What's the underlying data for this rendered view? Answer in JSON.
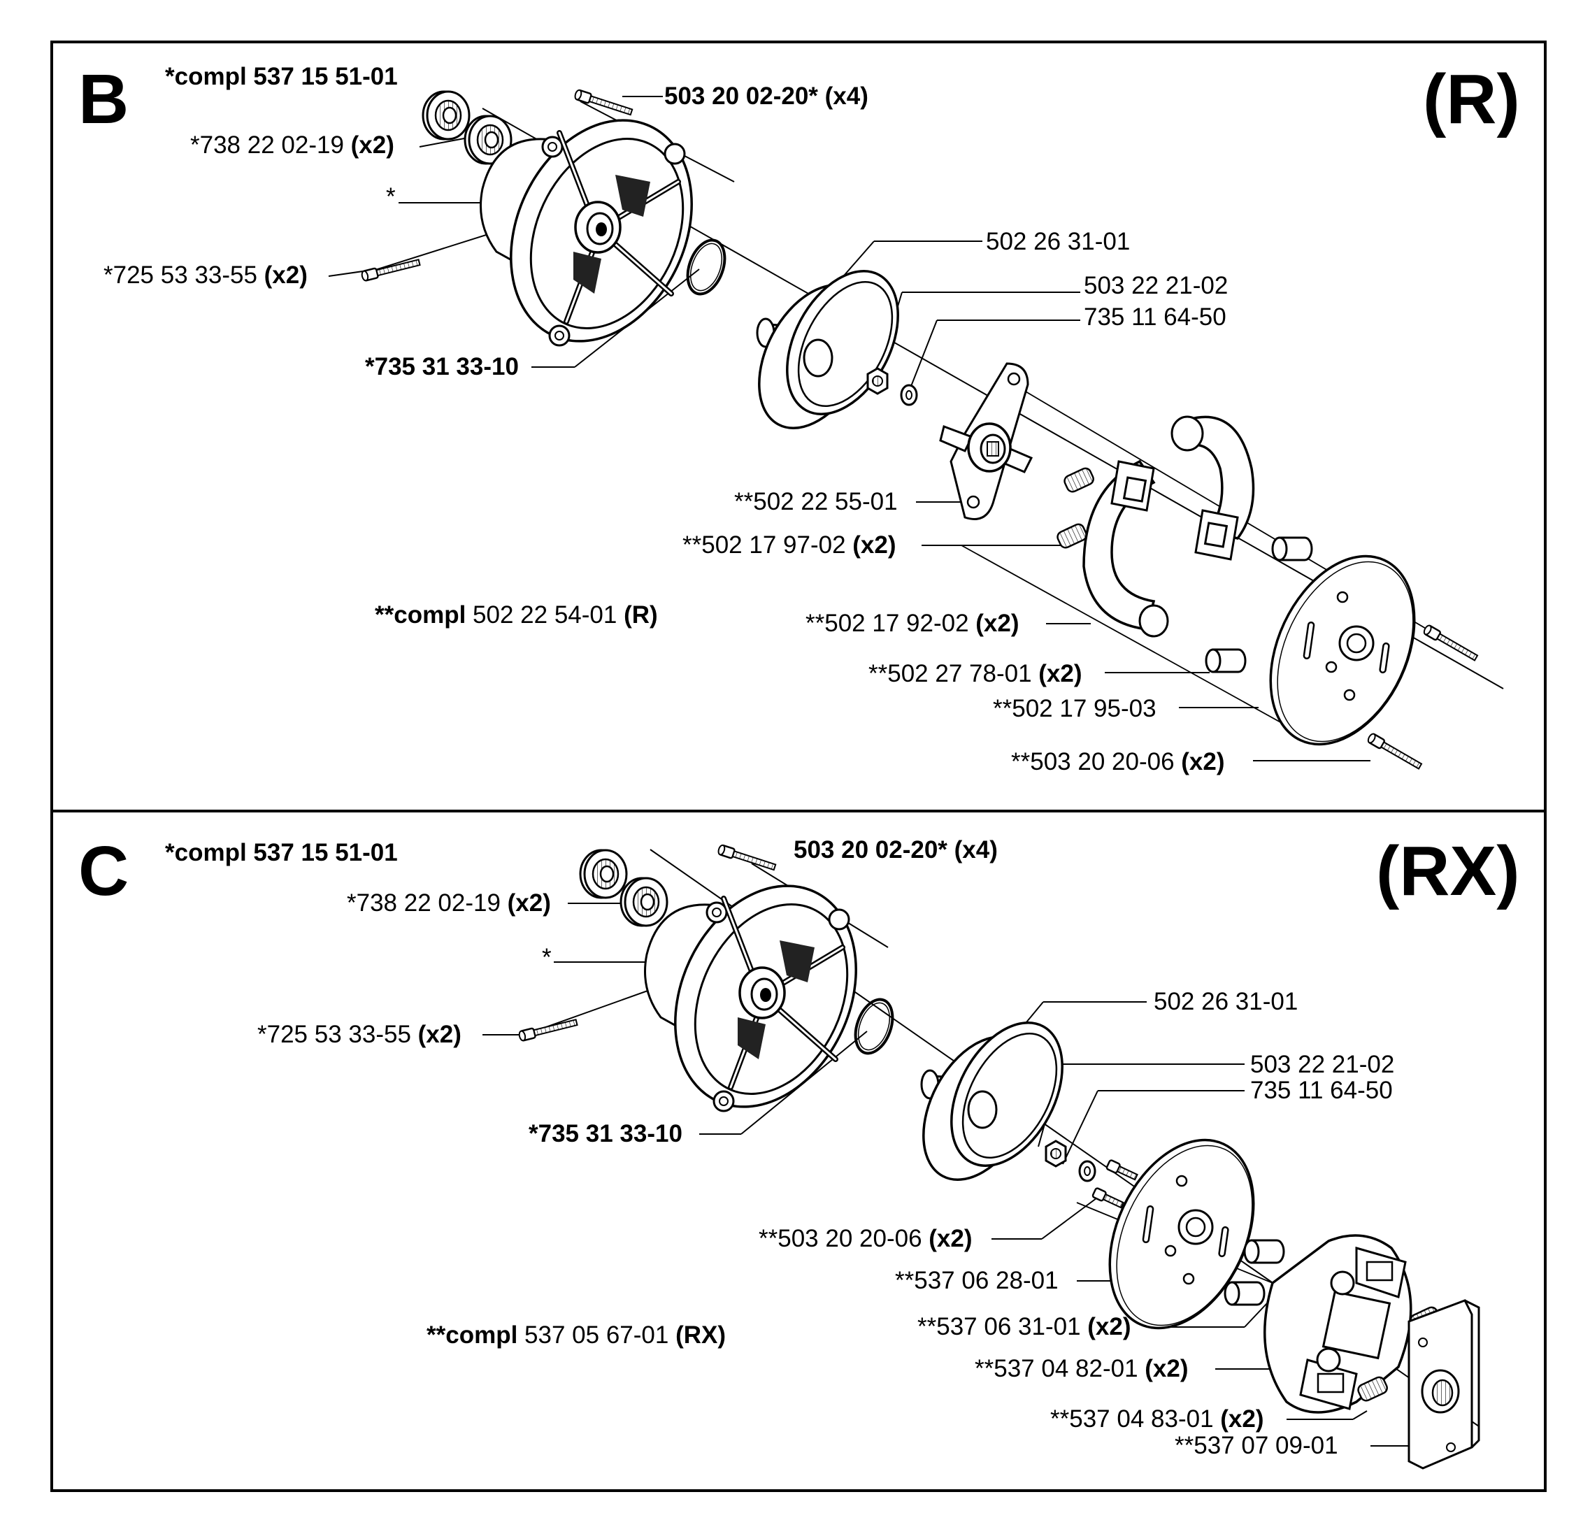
{
  "panels": [
    {
      "letter": "B",
      "variant": "(R)",
      "labels": {
        "compl_top": "*compl 537 15 51-01",
        "screw_top_code": "503 20 02-20*",
        "screw_top_qty": "(x4)",
        "bearing_code": "*738 22 02-19",
        "bearing_qty": "(x2)",
        "housing": "*",
        "bolt_code": "*725 53 33-55",
        "bolt_qty": "(x2)",
        "ring": "*735 31 33-10",
        "drum": "502 26 31-01",
        "nut": "503 22 21-02",
        "washer": "735 11 64-50",
        "hub_plate": "**502 22 55-01",
        "spring_code": "**502 17 97-02",
        "spring_qty": "(x2)",
        "compl_prefix": "**compl",
        "compl_code": "502 22 54-01",
        "compl_variant": "(R)",
        "shoe_code": "**502 17 92-02",
        "shoe_qty": "(x2)",
        "bushing_code": "**502 27 78-01",
        "bushing_qty": "(x2)",
        "disc": "**502 17 95-03",
        "screw_bot_code": "**503 20 20-06",
        "screw_bot_qty": "(x2)"
      }
    },
    {
      "letter": "C",
      "variant": "(RX)",
      "labels": {
        "compl_top": "*compl 537 15 51-01",
        "screw_top_code": "503 20 02-20*",
        "screw_top_qty": "(x4)",
        "bearing_code": "*738 22 02-19",
        "bearing_qty": "(x2)",
        "housing": "*",
        "bolt_code": "*725 53 33-55",
        "bolt_qty": "(x2)",
        "ring": "*735 31 33-10",
        "drum": "502 26 31-01",
        "nut": "503 22 21-02",
        "washer": "735 11 64-50",
        "screw_mid_code": "**503 20 20-06",
        "screw_mid_qty": "(x2)",
        "disc": "**537 06 28-01",
        "bushing_code": "**537 06 31-01",
        "bushing_qty": "(x2)",
        "compl_prefix": "**compl",
        "compl_code": "537 05 67-01",
        "compl_variant": "(RX)",
        "shoe_code": "**537 04 82-01",
        "shoe_qty": "(x2)",
        "spring_code": "**537 04 83-01",
        "spring_qty": "(x2)",
        "bracket": "**537 07 09-01"
      }
    }
  ]
}
